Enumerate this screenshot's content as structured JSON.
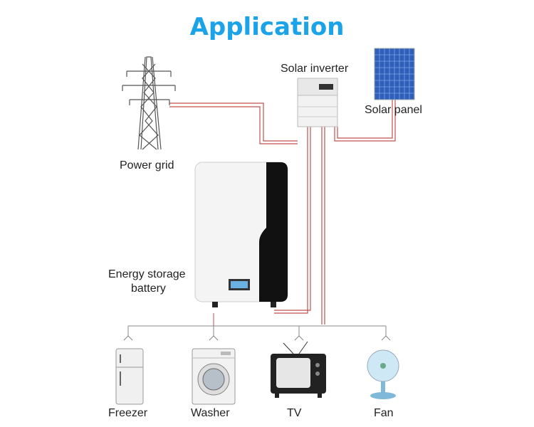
{
  "title": "Application",
  "labels": {
    "power_grid": "Power grid",
    "solar_inverter": "Solar inverter",
    "solar_panel": "Solar panel",
    "battery_line1": "Energy storage",
    "battery_line2": "battery"
  },
  "appliances": [
    {
      "label": "Freezer"
    },
    {
      "label": "Washer"
    },
    {
      "label": "TV"
    },
    {
      "label": "Fan"
    }
  ],
  "colors": {
    "title": "#1aa3e8",
    "wire": "#c0504d",
    "panel": "#2f5fb8"
  }
}
